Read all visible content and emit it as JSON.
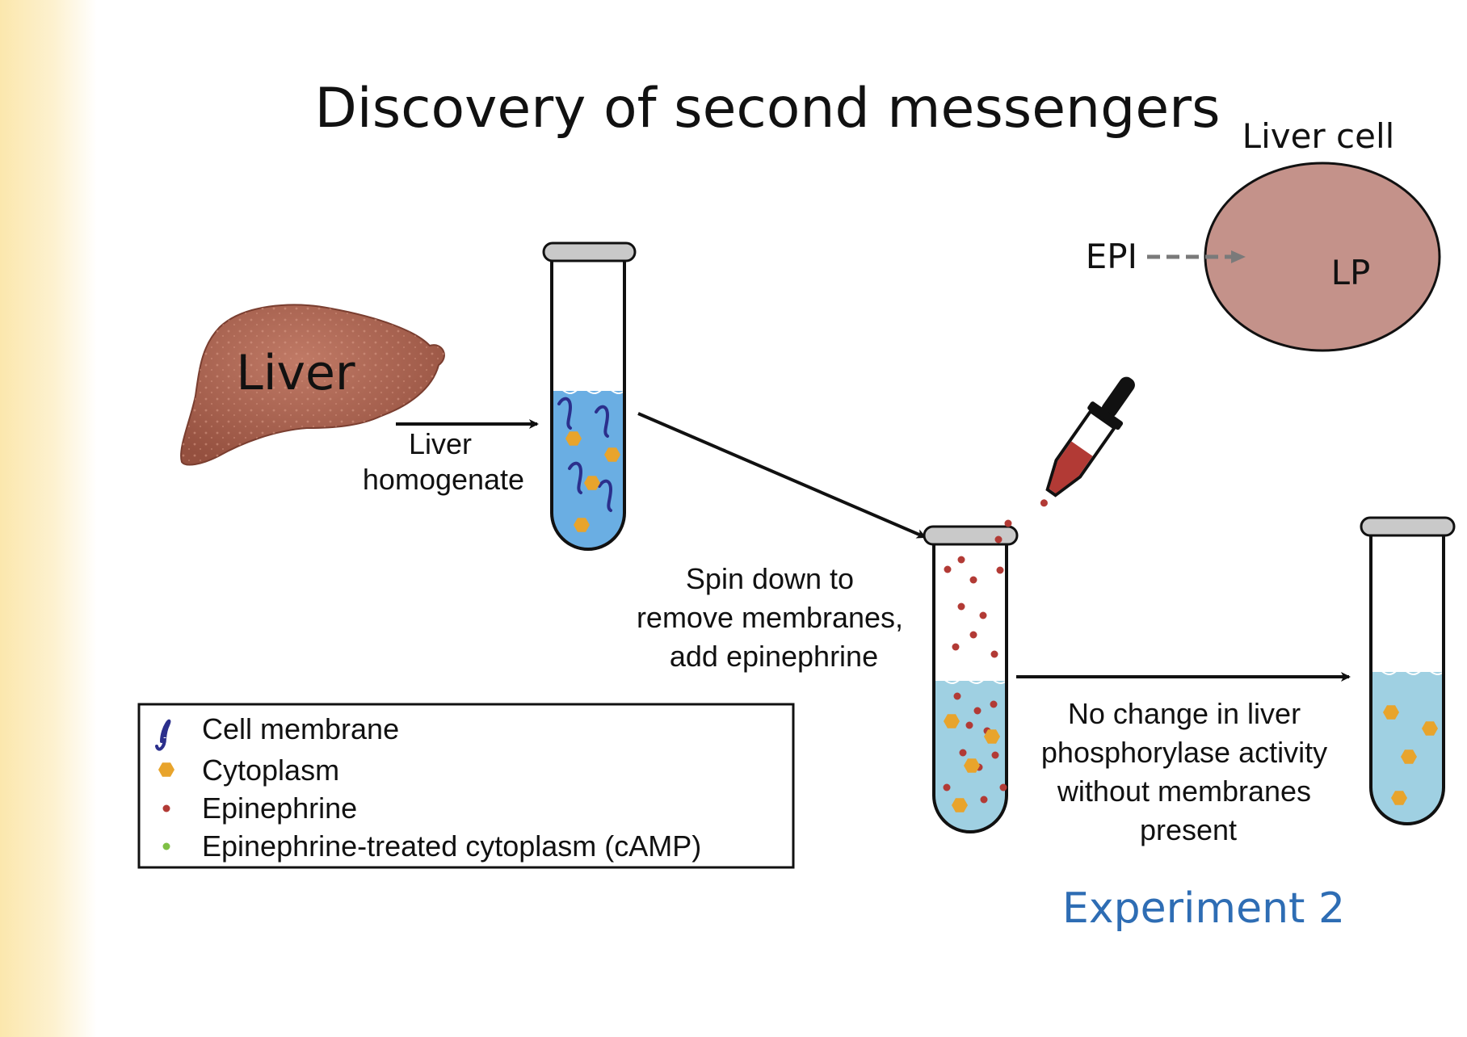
{
  "title": "Discovery of second messengers",
  "liver_organ_label": "Liver",
  "arrow1_label": [
    "Liver",
    "homogenate"
  ],
  "step2_label": [
    "Spin down to",
    "remove membranes,",
    "add epinephrine"
  ],
  "result_label": [
    "No change in liver",
    "phosphorylase activity",
    "without membranes",
    "present"
  ],
  "inset": {
    "title": "Liver cell",
    "signal_label": "EPI",
    "enzyme_label": "LP"
  },
  "experiment_label": "Experiment 2",
  "legend": [
    {
      "label": "Cell membrane",
      "icon": "cell-membrane-icon"
    },
    {
      "label": "Cytoplasm",
      "icon": "cytoplasm-icon"
    },
    {
      "label": "Epinephrine",
      "icon": "epinephrine-icon"
    },
    {
      "label": "Epinephrine-treated cytoplasm (cAMP)",
      "icon": "camp-icon"
    }
  ],
  "colors": {
    "liver": "#a8604e",
    "liver_cell": "#c4928a",
    "fluid_homogenate": "#6aaee3",
    "fluid_supernatant": "#9fd0e2",
    "membrane": "#2b2f8c",
    "cytoplasm": "#e8a42c",
    "epinephrine": "#b23a35",
    "camp": "#7fc045",
    "experiment_label": "#2e6db4"
  }
}
